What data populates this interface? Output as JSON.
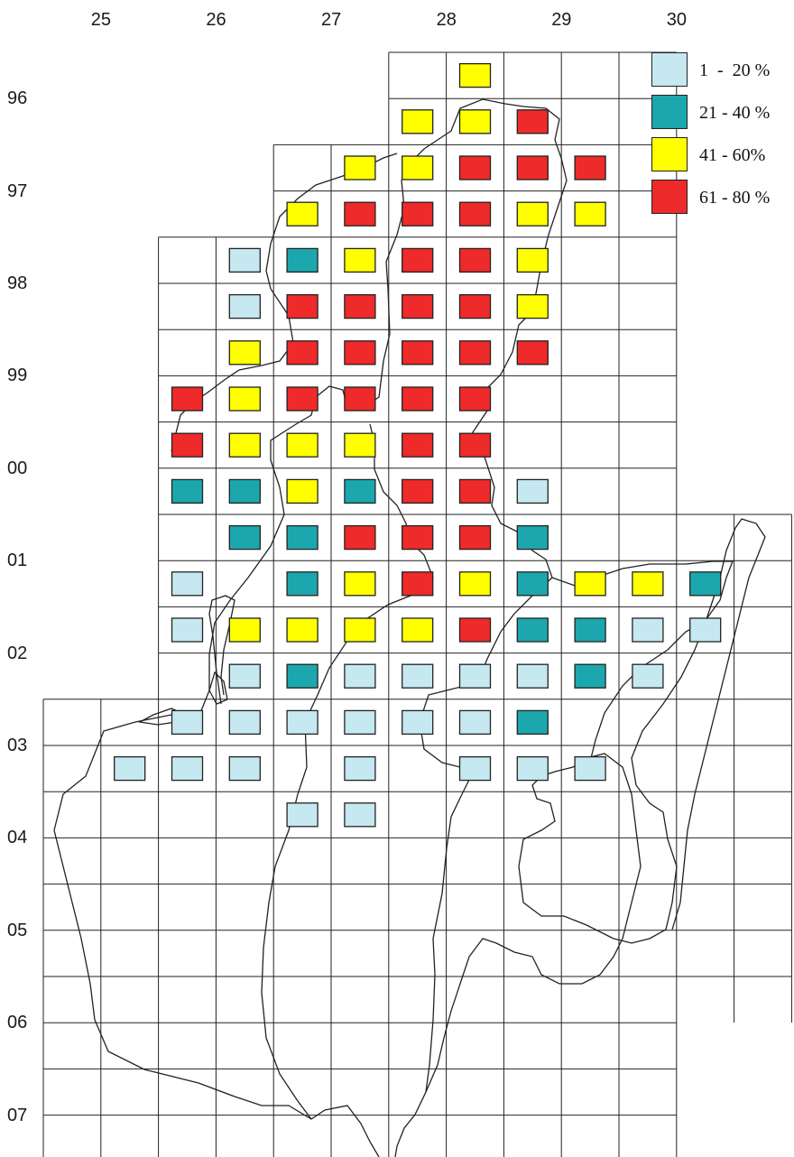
{
  "columns": [
    "25",
    "26",
    "27",
    "28",
    "29",
    "30"
  ],
  "rows": [
    "96",
    "97",
    "98",
    "99",
    "00",
    "01",
    "02",
    "03",
    "04",
    "05",
    "06",
    "07"
  ],
  "legend": [
    {
      "label": "1  -  20 %",
      "color": "#c6e8f0"
    },
    {
      "label": "21 - 40 %",
      "color": "#1ba7ad"
    },
    {
      "label": "41 - 60%",
      "color": "#ffff00"
    },
    {
      "label": "61 - 80 %",
      "color": "#ee2a2a"
    }
  ],
  "grid_cells": {
    "96-97": [
      [
        6,
        7
      ],
      [
        6,
        8
      ],
      [
        6,
        9
      ],
      [
        6,
        10
      ],
      [
        6,
        11
      ]
    ],
    "97-98": [
      [
        4,
        7
      ],
      [
        4,
        8
      ],
      [
        4,
        9
      ],
      [
        4,
        10
      ],
      [
        4,
        11
      ],
      [
        4,
        12
      ]
    ],
    "98-99": [
      [
        2,
        7
      ],
      [
        2,
        8
      ],
      [
        2,
        9
      ],
      [
        2,
        10
      ],
      [
        2,
        11
      ],
      [
        2,
        12
      ],
      [
        2,
        13
      ]
    ],
    "99-01": [
      [
        2,
        7
      ],
      [
        2,
        8
      ],
      [
        2,
        9
      ],
      [
        2,
        10
      ],
      [
        2,
        11
      ],
      [
        2,
        12
      ],
      [
        2,
        13
      ],
      [
        2,
        14
      ]
    ],
    "01-03": [
      [
        2,
        14
      ],
      [
        2,
        15
      ]
    ],
    "03-07": [
      [
        0,
        15
      ]
    ]
  },
  "grid_rows": [
    {
      "from": 6,
      "to": 11
    },
    {
      "from": 6,
      "to": 11
    },
    {
      "from": 4,
      "to": 11
    },
    {
      "from": 4,
      "to": 11
    },
    {
      "from": 2,
      "to": 11
    },
    {
      "from": 2,
      "to": 11
    },
    {
      "from": 2,
      "to": 11
    },
    {
      "from": 2,
      "to": 11
    },
    {
      "from": 2,
      "to": 11
    },
    {
      "from": 2,
      "to": 11
    },
    {
      "from": 2,
      "to": 13
    },
    {
      "from": 2,
      "to": 13
    },
    {
      "from": 2,
      "to": 13
    },
    {
      "from": 2,
      "to": 13
    },
    {
      "from": 0,
      "to": 13
    },
    {
      "from": 0,
      "to": 13
    },
    {
      "from": 0,
      "to": 13
    },
    {
      "from": 0,
      "to": 13
    },
    {
      "from": 0,
      "to": 13
    },
    {
      "from": 0,
      "to": 13
    },
    {
      "from": 0,
      "to": 13
    },
    {
      "from": 0,
      "to": 11
    },
    {
      "from": 0,
      "to": 11
    },
    {
      "from": 0,
      "to": 11
    }
  ],
  "cells": [
    {
      "r": 0,
      "c": 7,
      "cls": 3
    },
    {
      "r": 1,
      "c": 6,
      "cls": 3
    },
    {
      "r": 1,
      "c": 7,
      "cls": 3
    },
    {
      "r": 1,
      "c": 8,
      "cls": 4
    },
    {
      "r": 2,
      "c": 5,
      "cls": 3
    },
    {
      "r": 2,
      "c": 6,
      "cls": 3
    },
    {
      "r": 2,
      "c": 7,
      "cls": 4
    },
    {
      "r": 2,
      "c": 8,
      "cls": 4
    },
    {
      "r": 2,
      "c": 9,
      "cls": 4
    },
    {
      "r": 3,
      "c": 4,
      "cls": 3
    },
    {
      "r": 3,
      "c": 5,
      "cls": 4
    },
    {
      "r": 3,
      "c": 6,
      "cls": 4
    },
    {
      "r": 3,
      "c": 7,
      "cls": 4
    },
    {
      "r": 3,
      "c": 8,
      "cls": 3
    },
    {
      "r": 3,
      "c": 9,
      "cls": 3
    },
    {
      "r": 4,
      "c": 3,
      "cls": 1
    },
    {
      "r": 4,
      "c": 4,
      "cls": 2
    },
    {
      "r": 4,
      "c": 5,
      "cls": 3
    },
    {
      "r": 4,
      "c": 6,
      "cls": 4
    },
    {
      "r": 4,
      "c": 7,
      "cls": 4
    },
    {
      "r": 4,
      "c": 8,
      "cls": 3
    },
    {
      "r": 5,
      "c": 3,
      "cls": 1
    },
    {
      "r": 5,
      "c": 4,
      "cls": 4
    },
    {
      "r": 5,
      "c": 5,
      "cls": 4
    },
    {
      "r": 5,
      "c": 6,
      "cls": 4
    },
    {
      "r": 5,
      "c": 7,
      "cls": 4
    },
    {
      "r": 5,
      "c": 8,
      "cls": 3
    },
    {
      "r": 6,
      "c": 3,
      "cls": 3
    },
    {
      "r": 6,
      "c": 4,
      "cls": 4
    },
    {
      "r": 6,
      "c": 5,
      "cls": 4
    },
    {
      "r": 6,
      "c": 6,
      "cls": 4
    },
    {
      "r": 6,
      "c": 7,
      "cls": 4
    },
    {
      "r": 6,
      "c": 8,
      "cls": 4
    },
    {
      "r": 7,
      "c": 2,
      "cls": 4
    },
    {
      "r": 7,
      "c": 3,
      "cls": 3
    },
    {
      "r": 7,
      "c": 4,
      "cls": 4
    },
    {
      "r": 7,
      "c": 5,
      "cls": 4
    },
    {
      "r": 7,
      "c": 6,
      "cls": 4
    },
    {
      "r": 7,
      "c": 7,
      "cls": 4
    },
    {
      "r": 8,
      "c": 2,
      "cls": 4
    },
    {
      "r": 8,
      "c": 3,
      "cls": 3
    },
    {
      "r": 8,
      "c": 4,
      "cls": 3
    },
    {
      "r": 8,
      "c": 5,
      "cls": 3
    },
    {
      "r": 8,
      "c": 6,
      "cls": 4
    },
    {
      "r": 8,
      "c": 7,
      "cls": 4
    },
    {
      "r": 9,
      "c": 2,
      "cls": 2
    },
    {
      "r": 9,
      "c": 3,
      "cls": 2
    },
    {
      "r": 9,
      "c": 4,
      "cls": 3
    },
    {
      "r": 9,
      "c": 5,
      "cls": 2
    },
    {
      "r": 9,
      "c": 6,
      "cls": 4
    },
    {
      "r": 9,
      "c": 7,
      "cls": 4
    },
    {
      "r": 9,
      "c": 8,
      "cls": 1
    },
    {
      "r": 10,
      "c": 3,
      "cls": 2
    },
    {
      "r": 10,
      "c": 4,
      "cls": 2
    },
    {
      "r": 10,
      "c": 5,
      "cls": 4
    },
    {
      "r": 10,
      "c": 6,
      "cls": 4
    },
    {
      "r": 10,
      "c": 7,
      "cls": 4
    },
    {
      "r": 10,
      "c": 8,
      "cls": 2
    },
    {
      "r": 11,
      "c": 2,
      "cls": 1
    },
    {
      "r": 11,
      "c": 4,
      "cls": 2
    },
    {
      "r": 11,
      "c": 5,
      "cls": 3
    },
    {
      "r": 11,
      "c": 6,
      "cls": 4
    },
    {
      "r": 11,
      "c": 7,
      "cls": 3
    },
    {
      "r": 11,
      "c": 8,
      "cls": 2
    },
    {
      "r": 11,
      "c": 9,
      "cls": 3
    },
    {
      "r": 11,
      "c": 10,
      "cls": 3
    },
    {
      "r": 11,
      "c": 11,
      "cls": 2
    },
    {
      "r": 12,
      "c": 2,
      "cls": 1
    },
    {
      "r": 12,
      "c": 3,
      "cls": 3
    },
    {
      "r": 12,
      "c": 4,
      "cls": 3
    },
    {
      "r": 12,
      "c": 5,
      "cls": 3
    },
    {
      "r": 12,
      "c": 6,
      "cls": 3
    },
    {
      "r": 12,
      "c": 7,
      "cls": 4
    },
    {
      "r": 12,
      "c": 8,
      "cls": 2
    },
    {
      "r": 12,
      "c": 9,
      "cls": 2
    },
    {
      "r": 12,
      "c": 10,
      "cls": 1
    },
    {
      "r": 12,
      "c": 11,
      "cls": 1
    },
    {
      "r": 13,
      "c": 3,
      "cls": 1
    },
    {
      "r": 13,
      "c": 4,
      "cls": 2
    },
    {
      "r": 13,
      "c": 5,
      "cls": 1
    },
    {
      "r": 13,
      "c": 6,
      "cls": 1
    },
    {
      "r": 13,
      "c": 7,
      "cls": 1
    },
    {
      "r": 13,
      "c": 8,
      "cls": 1
    },
    {
      "r": 13,
      "c": 9,
      "cls": 2
    },
    {
      "r": 13,
      "c": 10,
      "cls": 1
    },
    {
      "r": 14,
      "c": 2,
      "cls": 1
    },
    {
      "r": 14,
      "c": 3,
      "cls": 1
    },
    {
      "r": 14,
      "c": 4,
      "cls": 1
    },
    {
      "r": 14,
      "c": 5,
      "cls": 1
    },
    {
      "r": 14,
      "c": 6,
      "cls": 1
    },
    {
      "r": 14,
      "c": 7,
      "cls": 1
    },
    {
      "r": 14,
      "c": 8,
      "cls": 2
    },
    {
      "r": 15,
      "c": 1,
      "cls": 1
    },
    {
      "r": 15,
      "c": 2,
      "cls": 1
    },
    {
      "r": 15,
      "c": 3,
      "cls": 1
    },
    {
      "r": 15,
      "c": 5,
      "cls": 1
    },
    {
      "r": 15,
      "c": 7,
      "cls": 1
    },
    {
      "r": 15,
      "c": 8,
      "cls": 1
    },
    {
      "r": 15,
      "c": 9,
      "cls": 1
    },
    {
      "r": 16,
      "c": 4,
      "cls": 1
    },
    {
      "r": 16,
      "c": 5,
      "cls": 1
    }
  ]
}
